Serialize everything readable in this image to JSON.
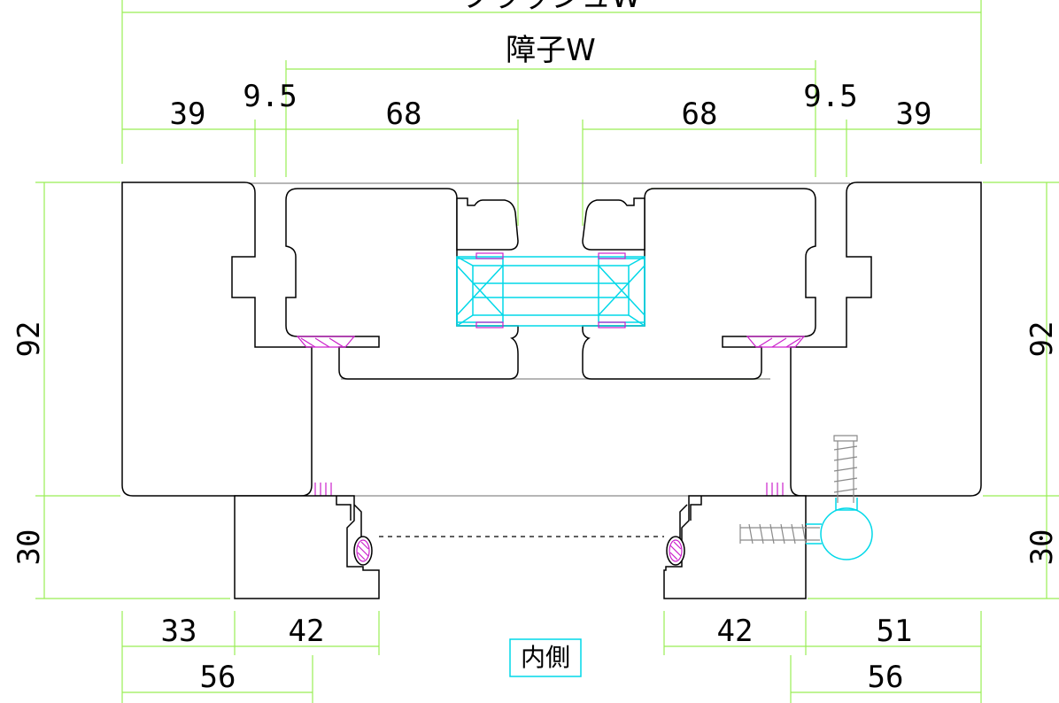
{
  "labels": {
    "frame_width": "フラッシュW",
    "shoji_width": "障子W",
    "inside": "内側"
  },
  "dimensions": {
    "top_left_39": "39",
    "top_left_9_5": "9.5",
    "top_left_68": "68",
    "top_right_68": "68",
    "top_right_9_5": "9.5",
    "top_right_39": "39",
    "left_92": "92",
    "left_30": "30",
    "right_92": "92",
    "right_30": "30",
    "glass_56": "56",
    "bottom_left_33": "33",
    "bottom_left_42": "42",
    "bottom_left_56": "56",
    "bottom_right_42": "42",
    "bottom_right_51": "51",
    "bottom_right_56": "56"
  },
  "colors": {
    "dimension_line": "#99ee55",
    "outline": "#000000",
    "glass": "#00d8e8",
    "gasket": "#cc22cc",
    "hardware": "#8a8a8a"
  }
}
